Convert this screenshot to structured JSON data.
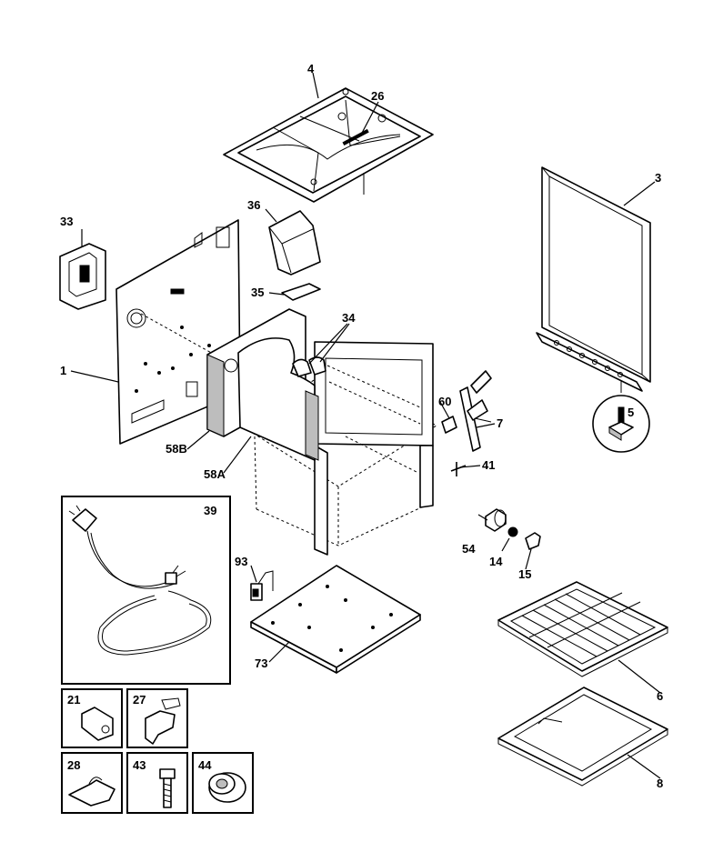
{
  "callouts": [
    {
      "id": "c-4",
      "text": "4"
    },
    {
      "id": "c-26",
      "text": "26"
    },
    {
      "id": "c-3",
      "text": "3"
    },
    {
      "id": "c-33",
      "text": "33"
    },
    {
      "id": "c-36",
      "text": "36"
    },
    {
      "id": "c-35",
      "text": "35"
    },
    {
      "id": "c-34",
      "text": "34"
    },
    {
      "id": "c-1",
      "text": "1"
    },
    {
      "id": "c-60",
      "text": "60"
    },
    {
      "id": "c-7",
      "text": "7"
    },
    {
      "id": "c-5",
      "text": "5"
    },
    {
      "id": "c-58b",
      "text": "58B"
    },
    {
      "id": "c-58a",
      "text": "58A"
    },
    {
      "id": "c-41",
      "text": "41"
    },
    {
      "id": "c-39",
      "text": "39"
    },
    {
      "id": "c-54",
      "text": "54"
    },
    {
      "id": "c-14",
      "text": "14"
    },
    {
      "id": "c-15",
      "text": "15"
    },
    {
      "id": "c-93",
      "text": "93"
    },
    {
      "id": "c-73",
      "text": "73"
    },
    {
      "id": "c-6",
      "text": "6"
    },
    {
      "id": "c-8",
      "text": "8"
    },
    {
      "id": "c-21",
      "text": "21"
    },
    {
      "id": "c-27",
      "text": "27"
    },
    {
      "id": "c-28",
      "text": "28"
    },
    {
      "id": "c-43",
      "text": "43"
    },
    {
      "id": "c-44",
      "text": "44"
    }
  ]
}
